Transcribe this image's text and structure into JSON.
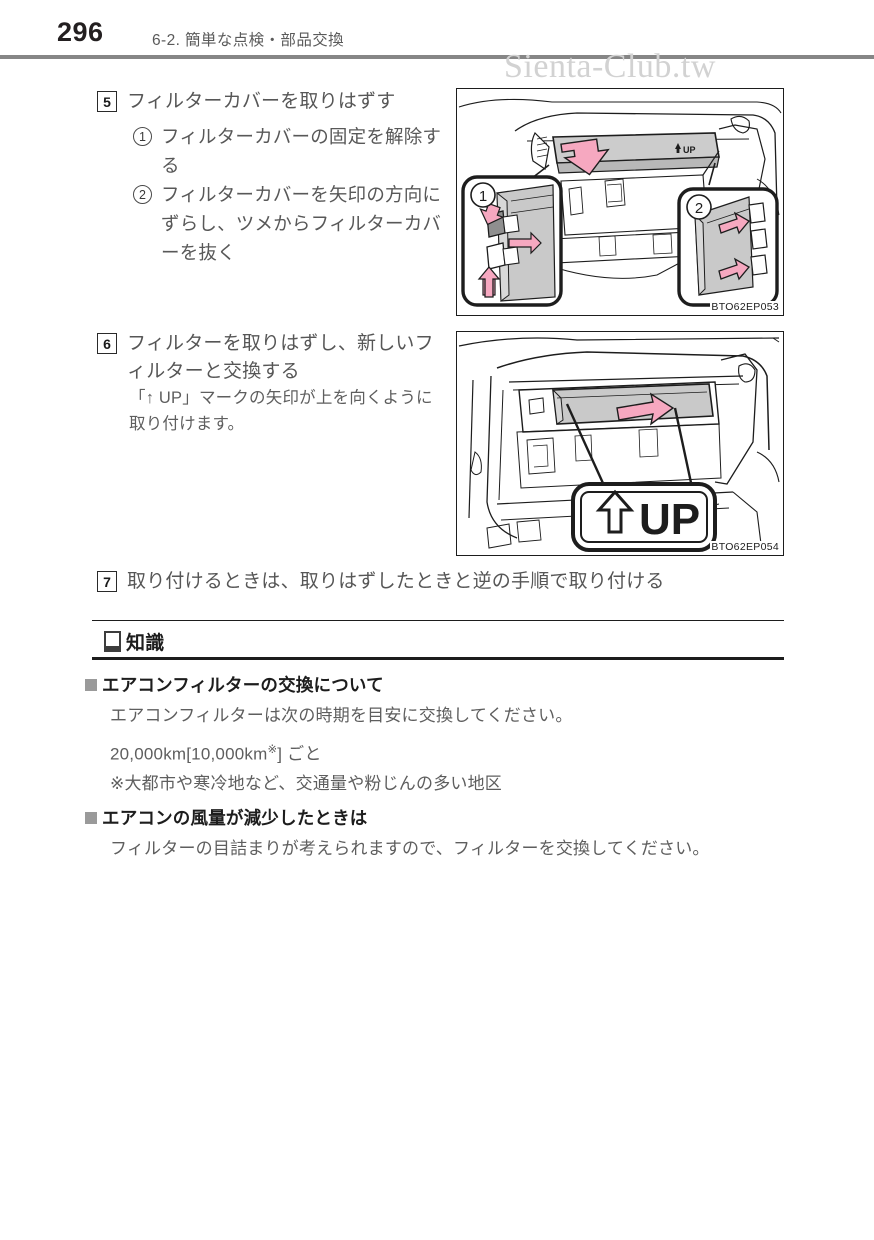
{
  "header": {
    "page_number": "296",
    "section_title": "6-2. 簡単な点検・部品交換"
  },
  "watermark": "Sienta-Club.tw",
  "steps": [
    {
      "number": "5",
      "text": "フィルターカバーを取りはずす",
      "substeps": [
        {
          "number": "1",
          "text": "フィルターカバーの固定を解除する"
        },
        {
          "number": "2",
          "text": "フィルターカバーを矢印の方向にずらし、ツメからフィルターカバーを抜く"
        }
      ]
    },
    {
      "number": "6",
      "text": "フィルターを取りはずし、新しいフィルターと交換する",
      "note": "「↑ UP」マークの矢印が上を向くように取り付けます。"
    },
    {
      "number": "7",
      "text": "取り付けるときは、取りはずしたときと逆の手順で取り付ける"
    }
  ],
  "illustrations": [
    {
      "code": "BTO62EP053",
      "callouts": [
        "1",
        "2"
      ],
      "filter_label": "UP"
    },
    {
      "code": "BTO62EP054",
      "magnifier_label": "UP"
    }
  ],
  "knowledge": {
    "title": "知識",
    "icon": "book-icon",
    "items": [
      {
        "heading": "エアコンフィルターの交換について",
        "lines": [
          {
            "text": "エアコンフィルターは次の時期を目安に交換してください。"
          },
          {
            "prefix": "20,000km[10,000km",
            "mark": "※",
            "suffix": "] ごと"
          },
          {
            "text": "※大都市や寒冷地など、交通量や粉じんの多い地区"
          }
        ]
      },
      {
        "heading": "エアコンの風量が減少したときは",
        "lines": [
          {
            "text": "フィルターの目詰まりが考えられますので、フィルターを交換してください。"
          }
        ]
      }
    ]
  },
  "colors": {
    "header_rule": "#868686",
    "arrow_pink": "#f6a8c0",
    "panel_gray": "#c9c9c9",
    "ink": "#1d1d1d"
  }
}
